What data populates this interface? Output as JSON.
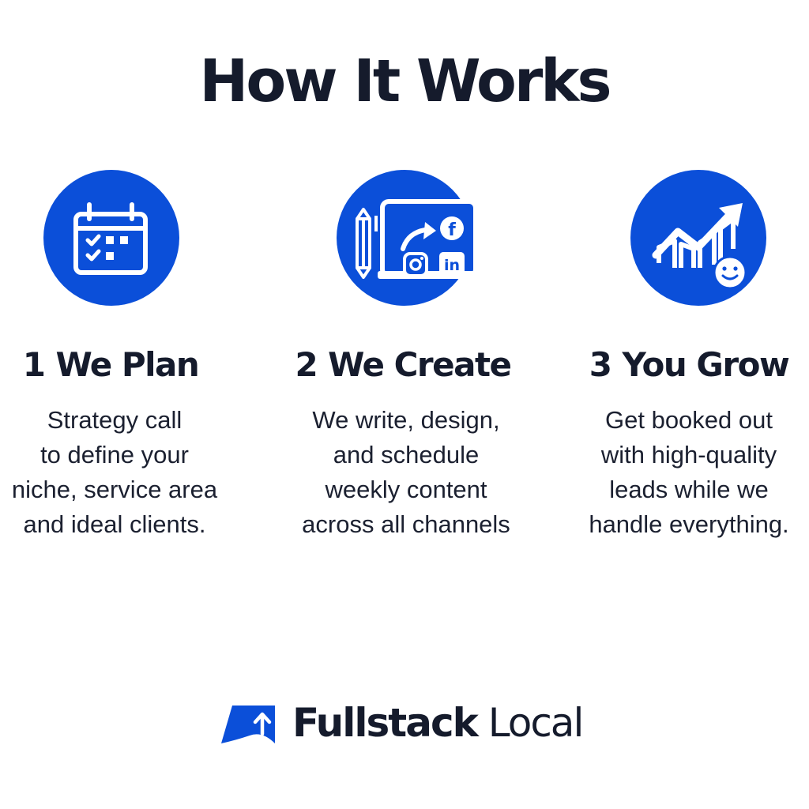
{
  "title": "How It Works",
  "colors": {
    "accent": "#0b4fd9",
    "text": "#151b2c",
    "background": "#ffffff"
  },
  "steps": [
    {
      "number": "1",
      "heading": "We Plan",
      "icon": "calendar-checklist-icon",
      "description": [
        "Strategy call",
        "to define your",
        "niche, service area",
        "and ideal clients."
      ]
    },
    {
      "number": "2",
      "heading": "We Create",
      "icon": "social-media-content-icon",
      "description": [
        "We write, design,",
        "and schedule",
        "weekly content",
        "across all channels"
      ]
    },
    {
      "number": "3",
      "heading": "You Grow",
      "icon": "growth-chart-smiley-icon",
      "description": [
        "Get booked out",
        "with high-quality",
        "leads while we",
        "handle everything."
      ]
    }
  ],
  "brand": {
    "name_bold": "Fullstack",
    "name_regular": "Local",
    "logo_icon": "flag-arrow-icon"
  }
}
